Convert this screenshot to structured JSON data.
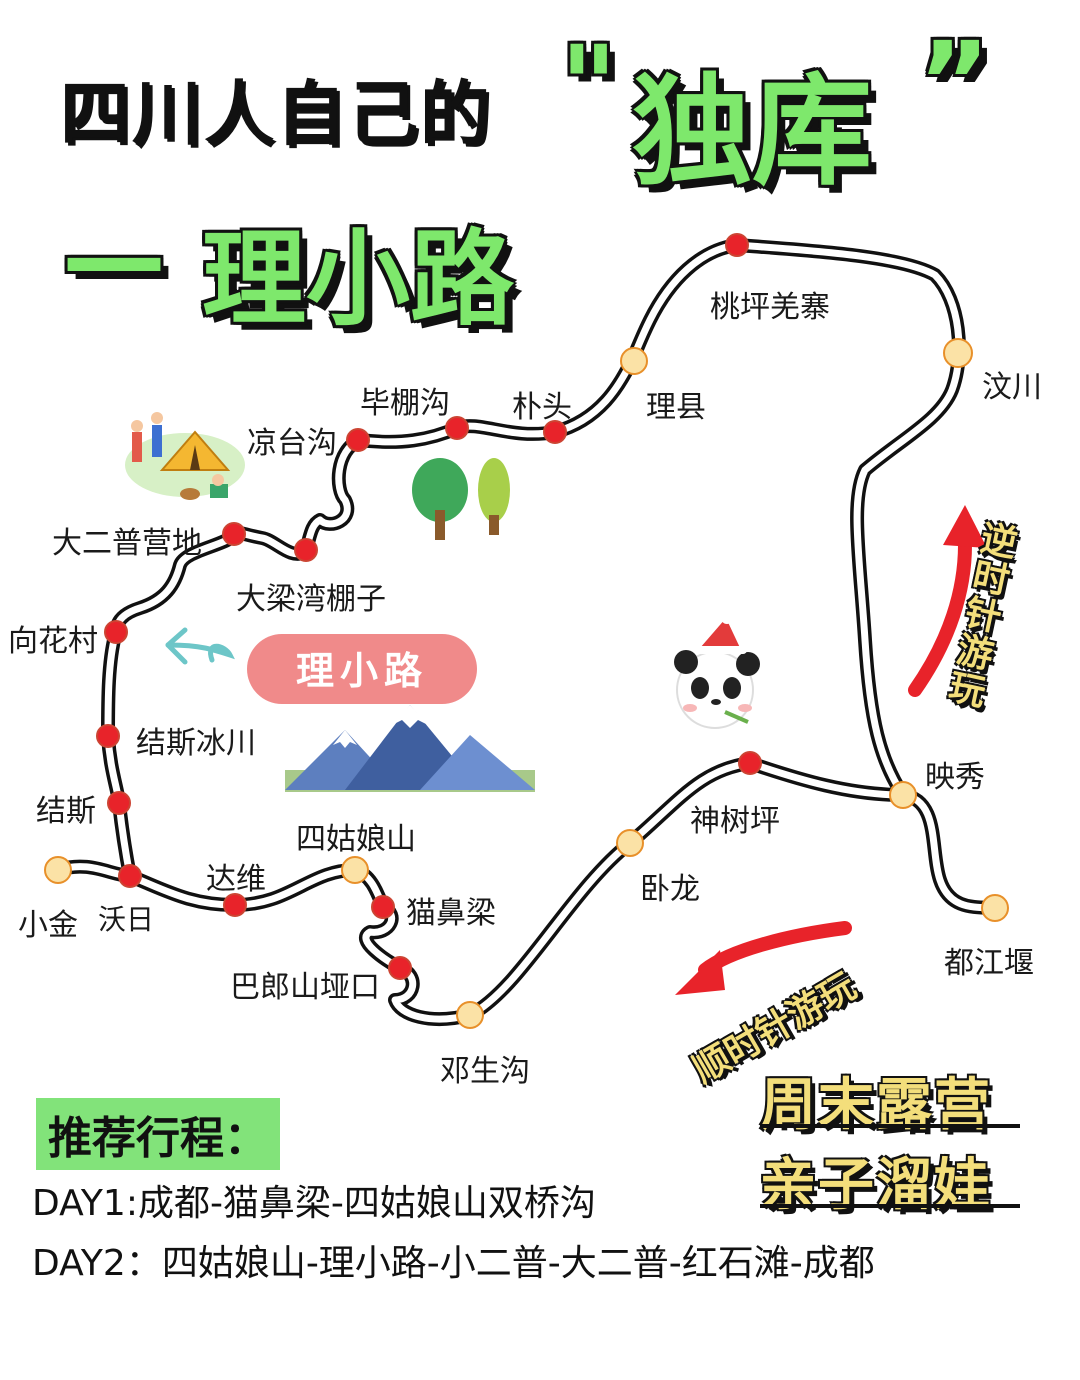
{
  "title": {
    "line1_prefix": "四川人自己的",
    "open_quote": "\"",
    "line1_highlight": "独库",
    "close_quote": "”",
    "dash": "—",
    "line2": "理小路"
  },
  "map_badge": "理小路",
  "stops": {
    "taoping": "桃坪羌寨",
    "wenchuan": "汶川",
    "lixian": "理县",
    "putou": "朴头",
    "bipenggou": "毕棚沟",
    "liangtaigou": "凉台沟",
    "daerpu": "大二普营地",
    "daliangwan": "大梁湾棚子",
    "xianghuacun": "向花村",
    "jiesibingchuan": "结斯冰川",
    "jiesi": "结斯",
    "xiaojin": "小金",
    "wori": "沃日",
    "dawei": "达维",
    "siguniang": "四姑娘山",
    "maobiliang": "猫鼻梁",
    "balangshan": "巴郎山垭口",
    "dengshenggou": "邓生沟",
    "wolong": "卧龙",
    "shenshuping": "神树坪",
    "yingxiu": "映秀",
    "dujiangyan": "都江堰"
  },
  "arrows": {
    "counterclockwise": "逆时针游玩",
    "clockwise": "顺时针游玩"
  },
  "badges": [
    "周末露营",
    "亲子溜娃"
  ],
  "itinerary": {
    "heading": "推荐行程：",
    "day1": "DAY1:成都-猫鼻梁-四姑娘山双桥沟",
    "day2": "DAY2：四姑娘山-理小路-小二普-大二普-红石滩-成都"
  },
  "colors": {
    "accent_green": "#7ee86c",
    "route_red": "#e8232a",
    "route_yellow": "#fbe2a6",
    "badge_yellow": "#f3de7b",
    "badge_pink": "#f08a8a"
  },
  "icons": [
    "camping-illustration",
    "tree-icon",
    "panda-icon",
    "mountain-icon",
    "swirl-arrow-icon"
  ]
}
